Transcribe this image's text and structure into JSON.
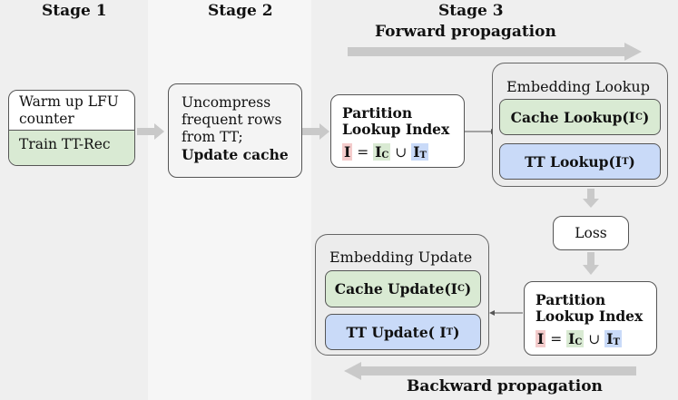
{
  "stages": {
    "stage1": "Stage 1",
    "stage2": "Stage 2",
    "stage3": "Stage 3"
  },
  "propagation": {
    "forward": "Forward propagation",
    "backward": "Backward propagation"
  },
  "stage1_box": {
    "warmup_line1": "Warm up LFU",
    "warmup_line2": "counter",
    "train": "Train TT-Rec"
  },
  "stage2_box": {
    "line1": "Uncompress",
    "line2": "frequent rows",
    "line3": "from TT;",
    "line4": "Update cache"
  },
  "partition_forward": {
    "line1": "Partition",
    "line2": "Lookup Index"
  },
  "partition_backward": {
    "line1": "Partition",
    "line2": "Lookup Index"
  },
  "index_formula": {
    "I": "I",
    "equals": "=",
    "Ic": "I",
    "c_sub": "C",
    "union": "∪",
    "It": "I",
    "t_sub": "T"
  },
  "embedding_lookup": {
    "title": "Embedding Lookup",
    "cache": "Cache Lookup(I",
    "cache_sub": "C",
    "cache_close": ")",
    "tt": "TT Lookup(I",
    "tt_sub": "T",
    "tt_close": ")"
  },
  "loss": "Loss",
  "embedding_update": {
    "title": "Embedding Update",
    "cache": "Cache Update(I",
    "cache_sub": "C",
    "cache_close": ")",
    "tt": "TT Update( I",
    "tt_sub": "T",
    "tt_close": ")"
  },
  "colors": {
    "green": "#d9ead3",
    "blue": "#c9daf8",
    "red": "#f4cccc",
    "arrow_gray": "#c9c9c9"
  }
}
